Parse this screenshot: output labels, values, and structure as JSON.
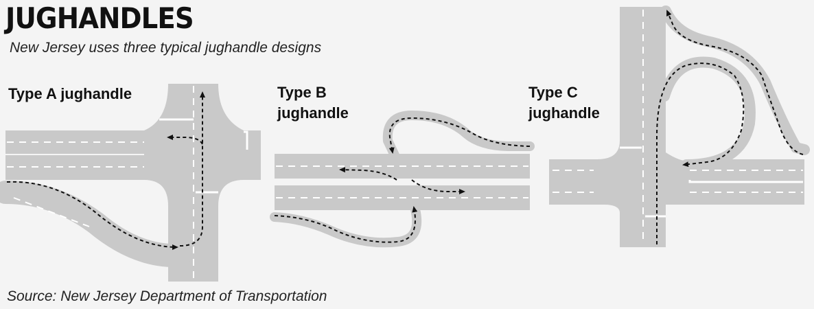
{
  "title": "JUGHANDLES",
  "subtitle": "New Jersey uses three typical jughandle designs",
  "diagrams": [
    {
      "label_line1": "Type A jughandle",
      "label_line2": ""
    },
    {
      "label_line1": "Type B",
      "label_line2": "jughandle"
    },
    {
      "label_line1": "Type C",
      "label_line2": "jughandle"
    }
  ],
  "source": "Source: New Jersey Department of Transportation",
  "colors": {
    "road": "#c9c9c9",
    "path": "#111111",
    "background": "#f4f4f4"
  }
}
